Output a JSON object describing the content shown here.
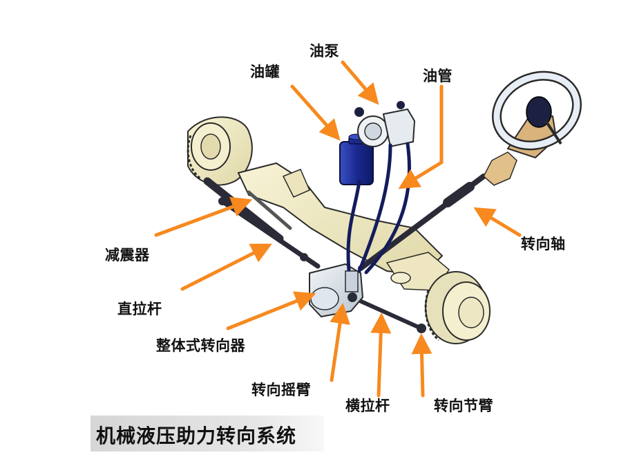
{
  "labels": {
    "oil_tank": "油罐",
    "oil_pump": "油泵",
    "oil_pipe": "油管",
    "shock_absorber": "减震器",
    "drag_link": "直拉杆",
    "integral_steering_gear": "整体式转向器",
    "steering_shaft": "转向轴",
    "pitman_arm": "转向摇臂",
    "tie_rod": "横拉杆",
    "steering_knuckle_arm": "转向节臂"
  },
  "title": "机械液压助力转向系统",
  "colors": {
    "arrow": "#f7891f",
    "axle": "#f1ecc6",
    "axle_outline": "#2a2a2a",
    "reservoir": "#1e2e9c",
    "steering_column": "#2b2b38",
    "wheel_rim": "#e8eef5",
    "hub_tan": "#d9b27c"
  },
  "icons": [
    "arrow-icon"
  ]
}
